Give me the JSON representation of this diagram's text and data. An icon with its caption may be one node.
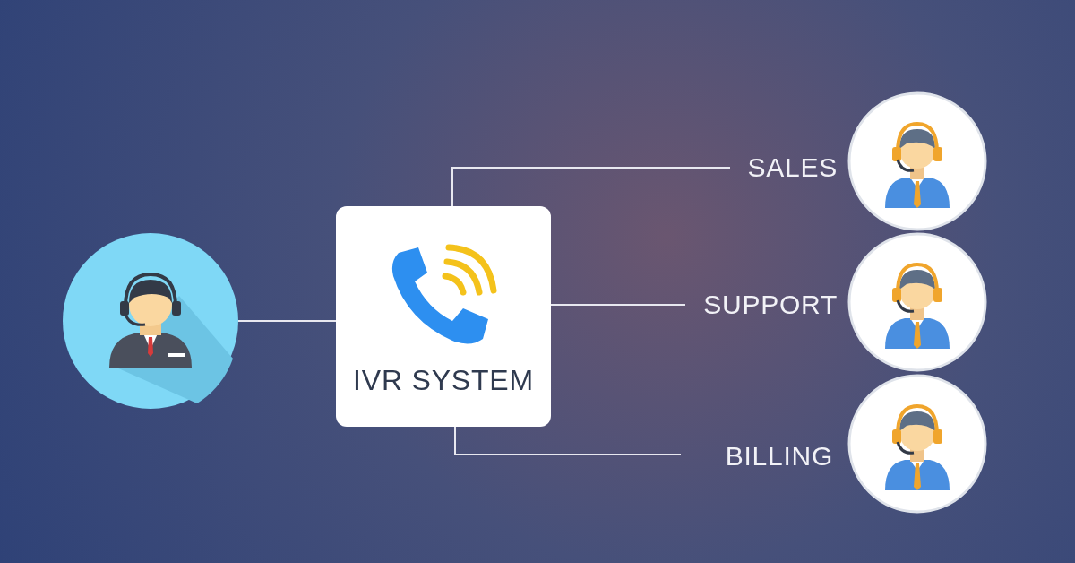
{
  "diagram": {
    "nodes": [
      {
        "text": [],
        "shape": "picture"
      },
      {
        "text": [
          "IVR SYSTEM"
        ]
      },
      {
        "text": [
          "SALES"
        ]
      },
      {
        "text": [
          "SUPPORT"
        ]
      },
      {
        "text": [
          "BILLING"
        ]
      },
      {
        "text": [],
        "shape": "picture"
      },
      {
        "text": [],
        "shape": "picture"
      },
      {
        "text": [],
        "shape": "picture"
      }
    ],
    "edges": [
      {
        "from": 0,
        "to": 1,
        "arrow": "none"
      },
      {
        "from": 1,
        "to": 2,
        "arrow": "none"
      },
      {
        "from": 1,
        "to": 3,
        "arrow": "none"
      },
      {
        "from": 1,
        "to": 4,
        "arrow": "none"
      }
    ]
  }
}
